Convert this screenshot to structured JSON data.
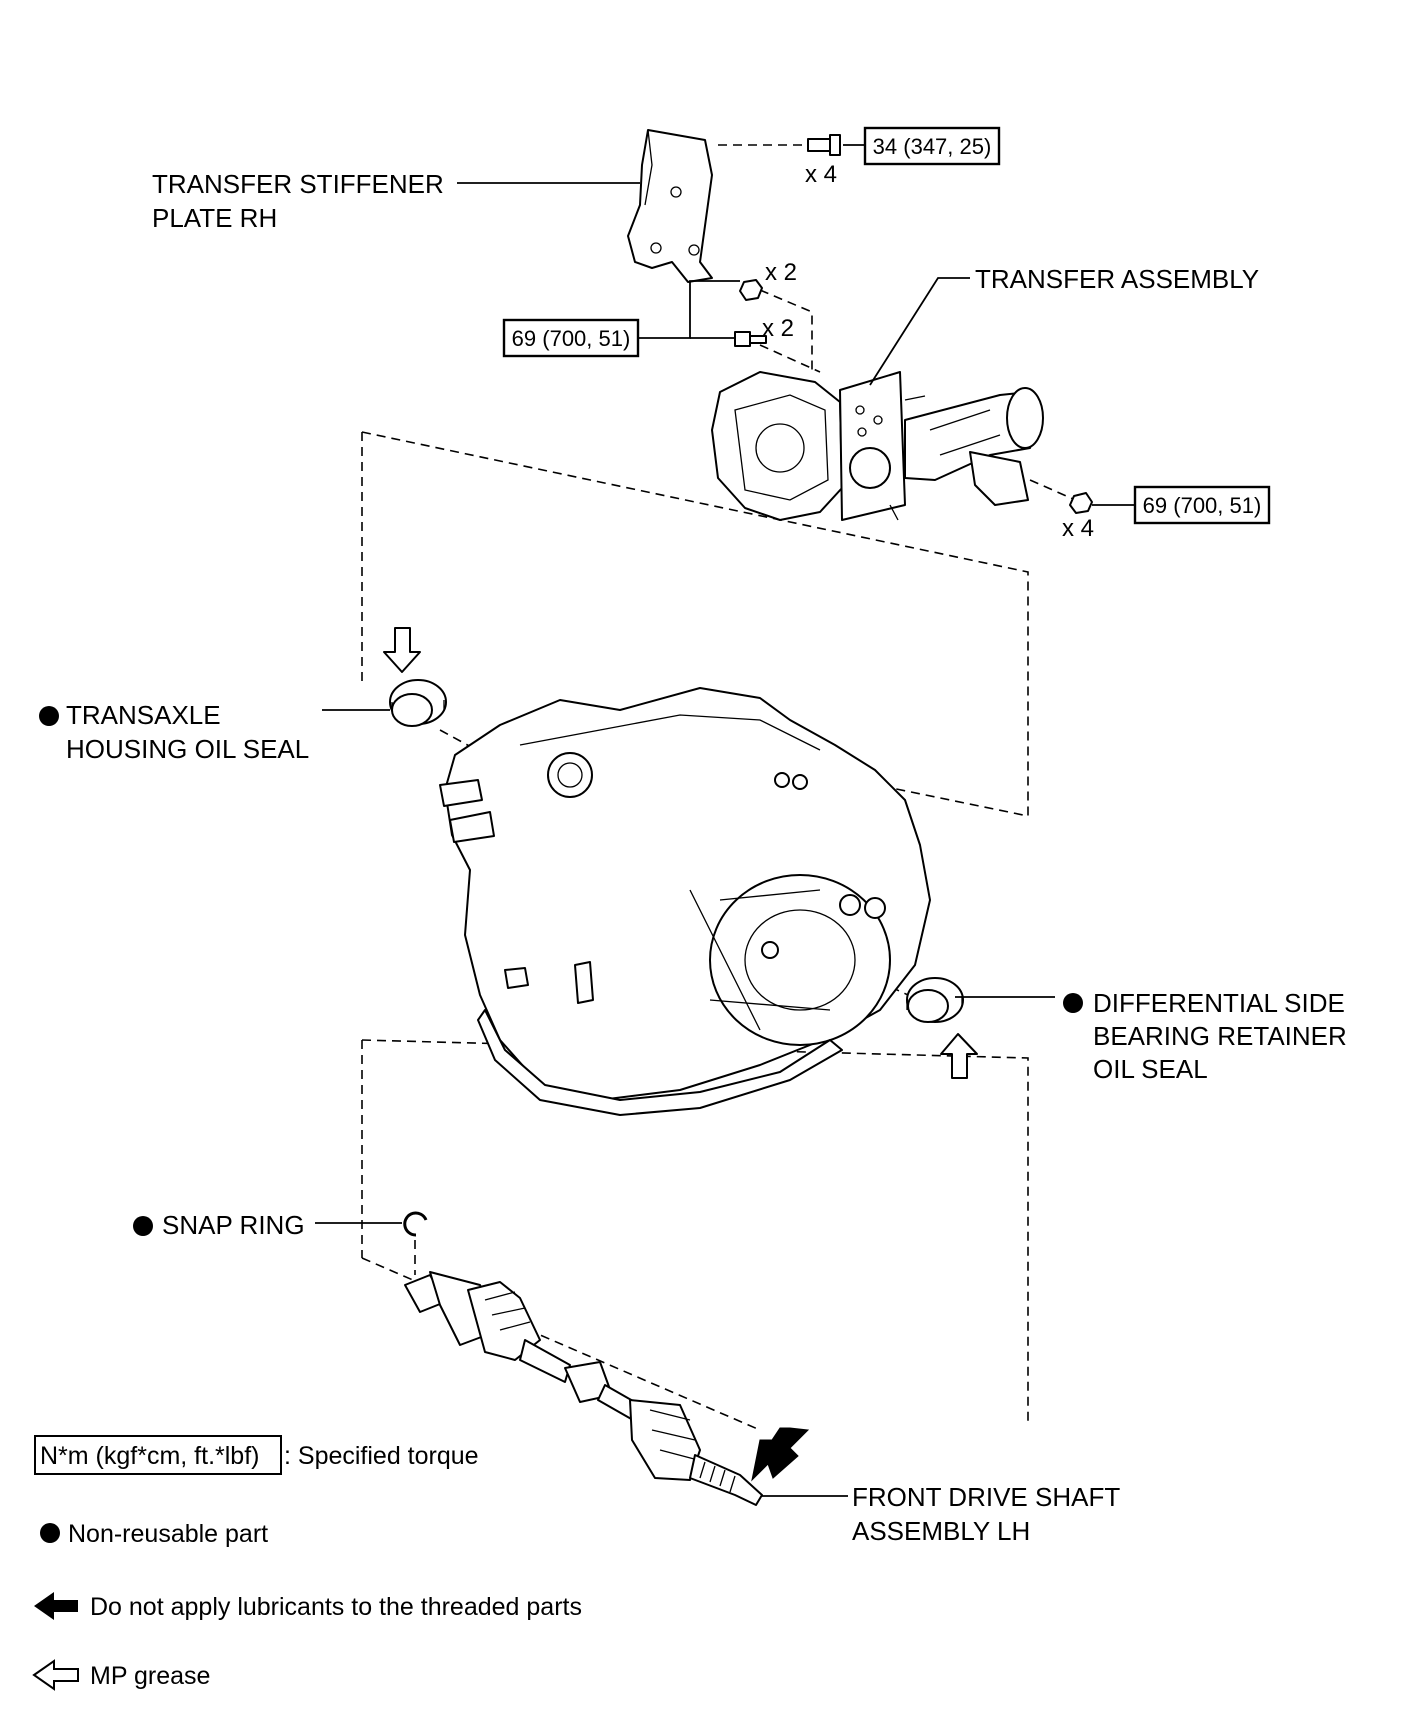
{
  "labels": {
    "stiffener_line1": "TRANSFER STIFFENER",
    "stiffener_line2": "PLATE RH",
    "transfer_assembly": "TRANSFER ASSEMBLY",
    "transaxle_seal_line1": "TRANSAXLE",
    "transaxle_seal_line2": "HOUSING OIL SEAL",
    "diff_seal_line1": "DIFFERENTIAL SIDE",
    "diff_seal_line2": "BEARING RETAINER",
    "diff_seal_line3": "OIL SEAL",
    "snap_ring": "SNAP RING",
    "drive_shaft_line1": "FRONT DRIVE SHAFT",
    "drive_shaft_line2": "ASSEMBLY LH"
  },
  "torques": {
    "stiffener_bolt": "34 (347, 25)",
    "transfer_front": "69 (700, 51)",
    "transfer_rear": "69 (700, 51)"
  },
  "quantities": {
    "stiffener_bolts": "x 4",
    "transfer_nuts_top": "x 2",
    "transfer_bolts_top": "x 2",
    "transfer_nuts_rear": "x 4"
  },
  "legend": {
    "torque_unit": "N*m (kgf*cm, ft.*lbf)",
    "torque_desc": ": Specified torque",
    "non_reusable": "Non-reusable part",
    "no_lubricant": "Do not apply lubricants to the threaded parts",
    "mp_grease": "MP grease"
  },
  "icons": {
    "non_reusable": "filled-circle-icon",
    "no_lubricant": "filled-arrow-icon",
    "mp_grease": "hollow-arrow-icon"
  }
}
